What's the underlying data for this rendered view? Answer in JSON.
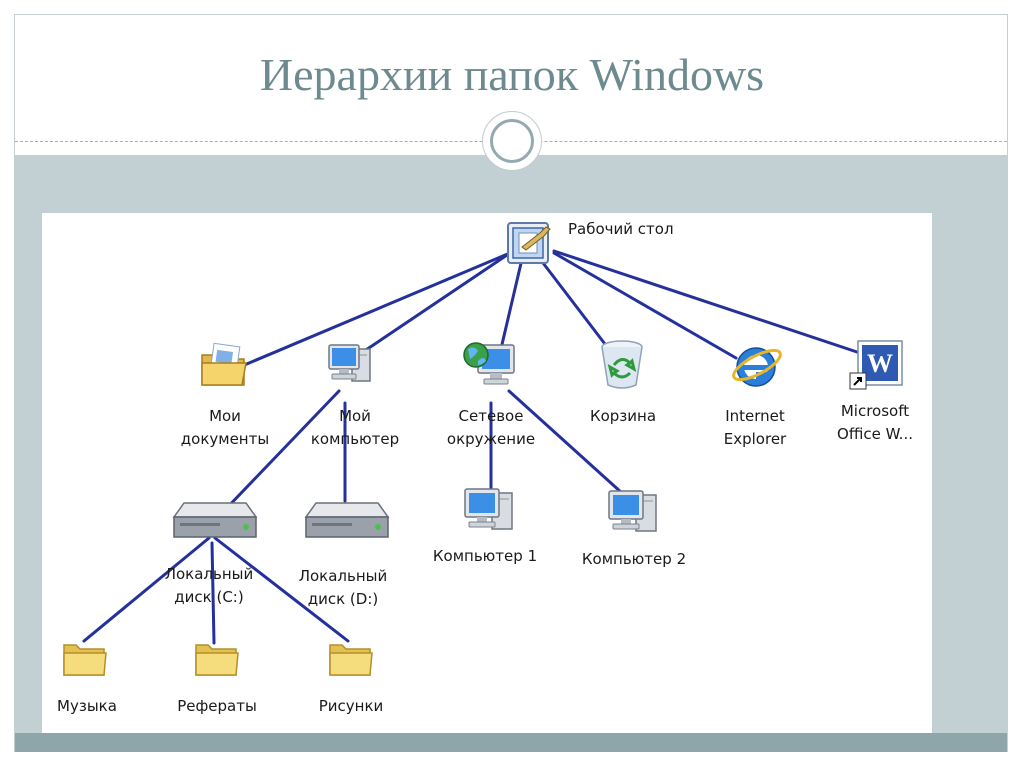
{
  "slide": {
    "title": "Иерархии папок Windows"
  },
  "diagram": {
    "nodes": {
      "desktop": {
        "label": "Рабочий стол",
        "icon": "desktop-icon"
      },
      "mydocs": {
        "label_1": "Мои",
        "label_2": "документы",
        "icon": "folder-documents-icon"
      },
      "mycomp": {
        "label_1": "Мой",
        "label_2": "компьютер",
        "icon": "computer-icon"
      },
      "network": {
        "label_1": "Сетевое",
        "label_2": "окружение",
        "icon": "network-icon"
      },
      "recycle": {
        "label": "Корзина",
        "icon": "recycle-bin-icon"
      },
      "ie": {
        "label_1": "Internet",
        "label_2": "Explorer",
        "icon": "internet-explorer-icon"
      },
      "msoffice": {
        "label_1": "Microsoft",
        "label_2": "Office W...",
        "icon": "word-shortcut-icon"
      },
      "diskc": {
        "label_1": "Локальный",
        "label_2": "диск (C:)",
        "icon": "hard-drive-icon"
      },
      "diskd": {
        "label_1": "Локальный",
        "label_2": "диск (D:)",
        "icon": "hard-drive-icon"
      },
      "comp1": {
        "label": "Компьютер 1",
        "icon": "computer-icon"
      },
      "comp2": {
        "label": "Компьютер 2",
        "icon": "computer-icon"
      },
      "music": {
        "label": "Музыка",
        "icon": "folder-icon"
      },
      "essays": {
        "label": "Рефераты",
        "icon": "folder-icon"
      },
      "pictures": {
        "label": "Рисунки",
        "icon": "folder-icon"
      }
    },
    "edges": [
      [
        "desktop",
        "mydocs"
      ],
      [
        "desktop",
        "mycomp"
      ],
      [
        "desktop",
        "network"
      ],
      [
        "desktop",
        "recycle"
      ],
      [
        "desktop",
        "ie"
      ],
      [
        "desktop",
        "msoffice"
      ],
      [
        "mycomp",
        "diskc"
      ],
      [
        "mycomp",
        "diskd"
      ],
      [
        "network",
        "comp1"
      ],
      [
        "network",
        "comp2"
      ],
      [
        "diskc",
        "music"
      ],
      [
        "diskc",
        "essays"
      ],
      [
        "diskc",
        "pictures"
      ]
    ],
    "colors": {
      "edge": "#24309c",
      "folder": "#f3d66a",
      "screen": "#3c8fe6"
    }
  }
}
